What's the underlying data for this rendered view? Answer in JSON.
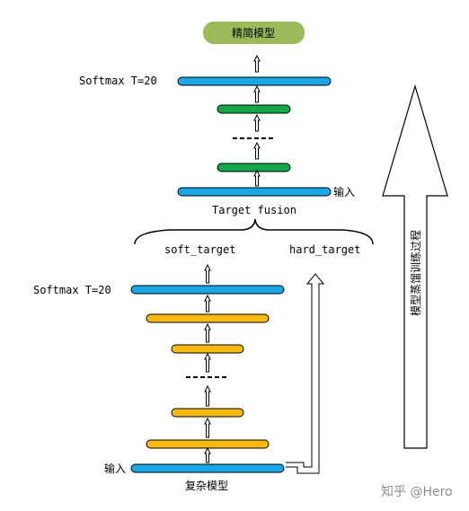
{
  "student_model": {
    "title": "精简模型",
    "softmax_label": "Softmax T=20",
    "input_label": "输入",
    "fusion_label": "Target fusion"
  },
  "teacher_model": {
    "title": "复杂模型",
    "softmax_label": "Softmax T=20",
    "input_label": "输入",
    "soft_target_label": "soft_target",
    "hard_target_label": "hard_target"
  },
  "process_arrow_label": "模型蒸馏训练过程",
  "watermark": "知乎 @Hero",
  "colors": {
    "blue_layer": "#1aa7e8",
    "green_layer": "#14a64a",
    "yellow_layer": "#f7b90f",
    "title_box": "#9bbb59"
  }
}
